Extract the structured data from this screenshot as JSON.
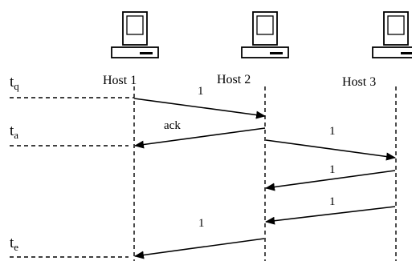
{
  "hosts": [
    {
      "label": "Host 1",
      "icon": "computer-icon"
    },
    {
      "label": "Host 2",
      "icon": "computer-icon"
    },
    {
      "label": "Host 3",
      "icon": "computer-icon"
    }
  ],
  "time_markers": [
    {
      "base": "t",
      "sub": "q"
    },
    {
      "base": "t",
      "sub": "a"
    },
    {
      "base": "t",
      "sub": "e"
    }
  ],
  "messages": [
    {
      "label": "1"
    },
    {
      "label": "ack"
    },
    {
      "label": "1"
    },
    {
      "label": "1"
    },
    {
      "label": "1"
    },
    {
      "label": "1"
    }
  ],
  "colors": {
    "ink": "#000000",
    "background": "#ffffff"
  }
}
